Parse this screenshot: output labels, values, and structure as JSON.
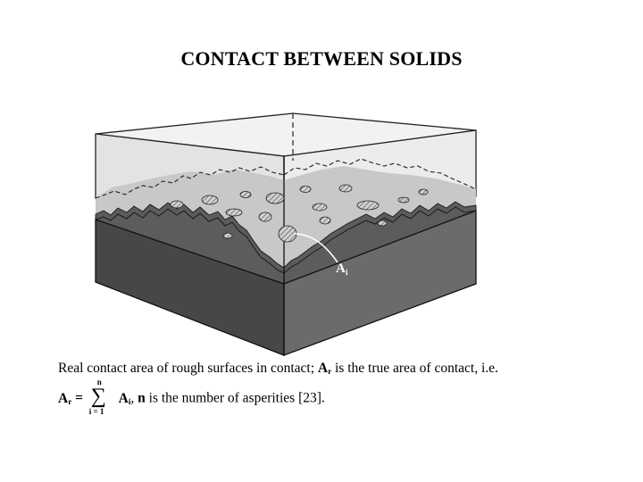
{
  "slide": {
    "title": "CONTACT BETWEEN SOLIDS"
  },
  "diagram": {
    "label": "Ai",
    "colors": {
      "top_block": "#e6e6e6",
      "top_block_inner": "#d2d2d2",
      "bottom_front": "#484848",
      "bottom_side": "#6a6a6a",
      "rough_surface": "#5a5a5a",
      "contact_patch": "#bdbdbd"
    }
  },
  "caption": {
    "line1_text": "Real contact area of rough surfaces in contact;",
    "line1_symbol": "A",
    "line1_symbol_sub": "r",
    "line1_rest": "is the true area of contact, i.e.",
    "eq_lhs": "A",
    "eq_lhs_sub": "r",
    "eq_equals": "=",
    "sum_sign": "∑",
    "sum_upper": "n",
    "sum_lower": "i = 1",
    "eq_term": "A",
    "eq_term_sub": "i",
    "eq_sep": ",",
    "n_symbol": "n",
    "line2_rest": "is the number of asperities [23]."
  }
}
